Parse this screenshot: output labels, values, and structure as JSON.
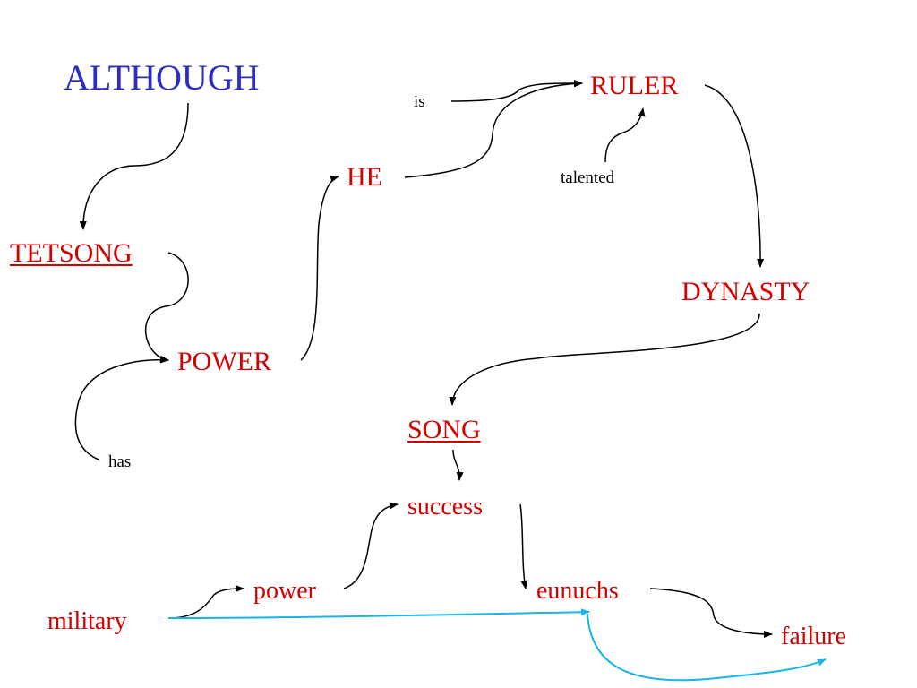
{
  "colors": {
    "key": "#d40000",
    "title": "#2b2bc8",
    "link": "#000000",
    "highlight": "#17b6e8"
  },
  "nodes": {
    "although": "ALTHOUGH",
    "tetsong": "TETSONG",
    "power_upper": "POWER",
    "has": "has",
    "he": "HE",
    "is": "is",
    "ruler": "RULER",
    "talented": "talented",
    "dynasty": "DYNASTY",
    "song": "SONG",
    "success": "success",
    "power_lower": "power",
    "eunuchs": "eunuchs",
    "military": "military",
    "failure": "failure"
  }
}
